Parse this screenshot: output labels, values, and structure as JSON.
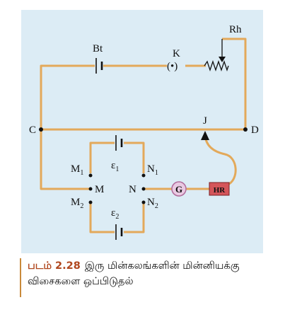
{
  "labels": {
    "battery": "Bt",
    "key": "K",
    "key_symbol": "(•)",
    "rheostat": "Rh",
    "point_c": "C",
    "point_d": "D",
    "jockey": "J",
    "point_m": "M",
    "point_n": "N",
    "m1_base": "M",
    "m1_sub": "1",
    "n1_base": "N",
    "n1_sub": "1",
    "m2_base": "M",
    "m2_sub": "2",
    "n2_base": "N",
    "n2_sub": "2",
    "emf1_base": "ε",
    "emf1_sub": "1",
    "emf2_base": "ε",
    "emf2_sub": "2",
    "galvanometer": "G",
    "high_resistance": "HR"
  },
  "caption": {
    "figure_number": "படம் 2.28",
    "text": "இரு மின்கலங்களின் மின்னியக்கு விசைகளை ஒப்பிடுதல்"
  },
  "colors": {
    "panel": "#dcecf5",
    "wire": "#e3a95a",
    "dot": "#111111",
    "galvanometer_fill": "#e9c9e2",
    "hr_fill": "#d4555a",
    "caption_accent": "#b0471e"
  }
}
